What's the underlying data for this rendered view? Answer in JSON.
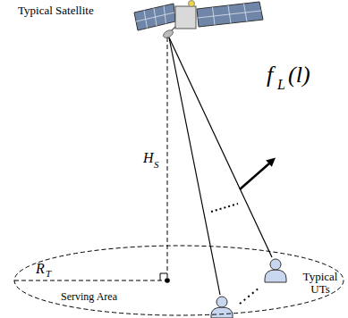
{
  "diagram": {
    "nodes": [
      {
        "text": [
          "Serving Area"
        ]
      }
    ],
    "labels": [
      "Typical Satellite",
      "H",
      "S",
      "R",
      "T",
      "f",
      "L",
      "(l)",
      "Typical UTs"
    ]
  }
}
